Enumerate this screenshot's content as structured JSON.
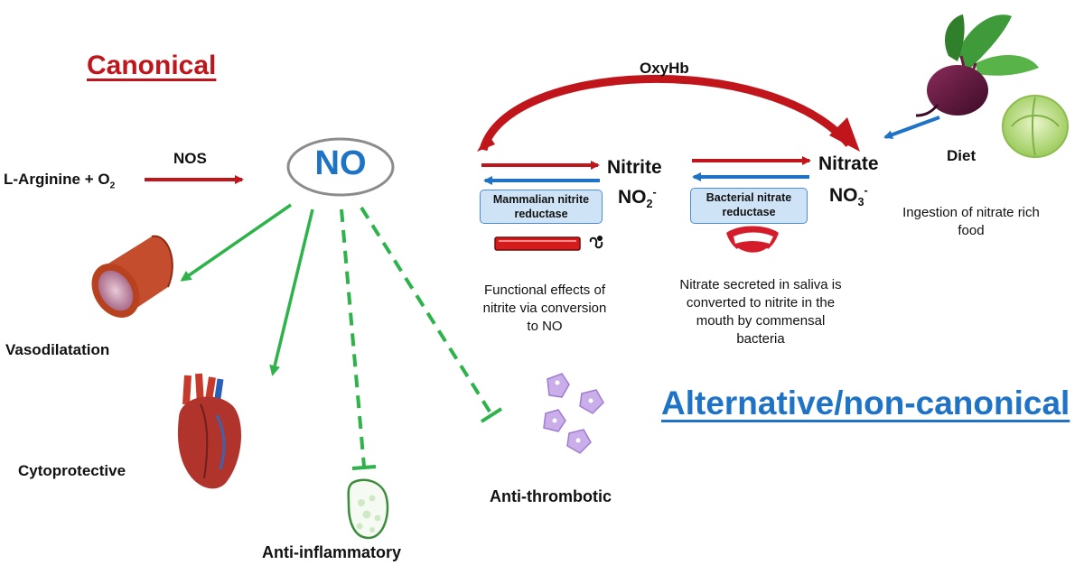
{
  "titles": {
    "canonical": "Canonical",
    "alternative": "Alternative/non-canonical"
  },
  "canonical": {
    "substrate_html": "L-Arginine + O<sub>2</sub>",
    "enzyme": "NOS",
    "product": "NO",
    "effects": [
      "Vasodilatation",
      "Cytoprotective",
      "Anti-inflammatory",
      "Anti-thrombotic"
    ]
  },
  "alternative": {
    "oxyhb": "OxyHb",
    "nitrite_name": "Nitrite",
    "nitrite_formula_html": "NO<sub>2</sub><sup>-</sup>",
    "nitrate_name": "Nitrate",
    "nitrate_formula_html": "NO<sub>3</sub><sup>-</sup>",
    "enzyme_mammalian": "Mammalian nitrite reductase",
    "enzyme_bacterial": "Bacterial nitrate reductase",
    "diet": "Diet",
    "diet_note": "Ingestion of nitrate rich food",
    "nitrite_note": "Functional effects of nitrite via conversion to NO",
    "saliva_note": "Nitrate secreted in saliva is converted to nitrite in the mouth by commensal bacteria"
  },
  "colors": {
    "canonical_red": "#c0161b",
    "alternative_blue": "#1f73c7",
    "effect_green": "#2db34a",
    "enzyme_box_fill": "#cfe3f7"
  },
  "icons": [
    "blood-vessel-icon",
    "heart-icon",
    "white-blood-cell-icon",
    "platelets-icon",
    "blood-vessel-bar-icon",
    "bacteria-icon",
    "mouth-icon",
    "beetroot-icon",
    "cabbage-icon"
  ]
}
